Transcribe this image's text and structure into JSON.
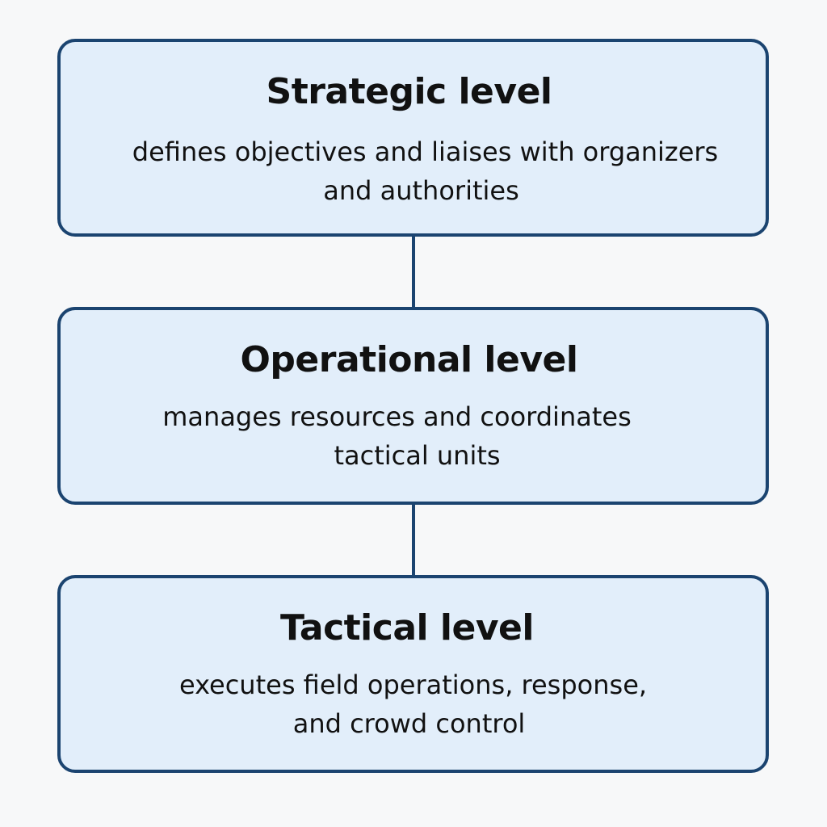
{
  "levels": [
    {
      "title": "Strategic level",
      "desc_lines": [
        "defines objectives and liaises with organizers",
        "and authorities"
      ]
    },
    {
      "title": "Operational level",
      "desc_lines": [
        "manages resources and coordinates",
        "tactical units"
      ]
    },
    {
      "title": "Tactical level",
      "desc_lines": [
        "executes field operations, response,",
        "and crowd control"
      ]
    }
  ],
  "colors": {
    "border": "#1b4470",
    "fill": "#e2eefa",
    "background": "#f7f8f9"
  }
}
